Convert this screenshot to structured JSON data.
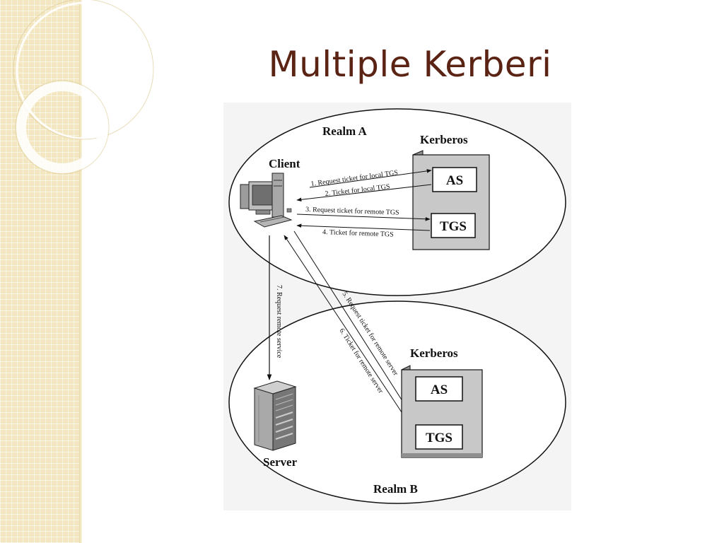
{
  "slide": {
    "title": "Multiple Kerberi"
  },
  "diagram": {
    "realm_a": {
      "label": "Realm A",
      "kerberos_label": "Kerberos",
      "as_label": "AS",
      "tgs_label": "TGS",
      "client_label": "Client"
    },
    "realm_b": {
      "label": "Realm B",
      "kerberos_label": "Kerberos",
      "as_label": "AS",
      "tgs_label": "TGS",
      "server_label": "Server"
    },
    "steps": [
      "1. Request ticket for local TGS",
      "2. Ticket for local TGS",
      "3. Request ticket for remote TGS",
      "4. Ticket for remote TGS",
      "5. Request ticket for remote server",
      "6. Ticket for remote server",
      "7. Request remote service"
    ]
  },
  "colors": {
    "title": "#5b2313",
    "sidebar": "#f3e7c2",
    "kerberos_box": "#c8c8c8"
  }
}
